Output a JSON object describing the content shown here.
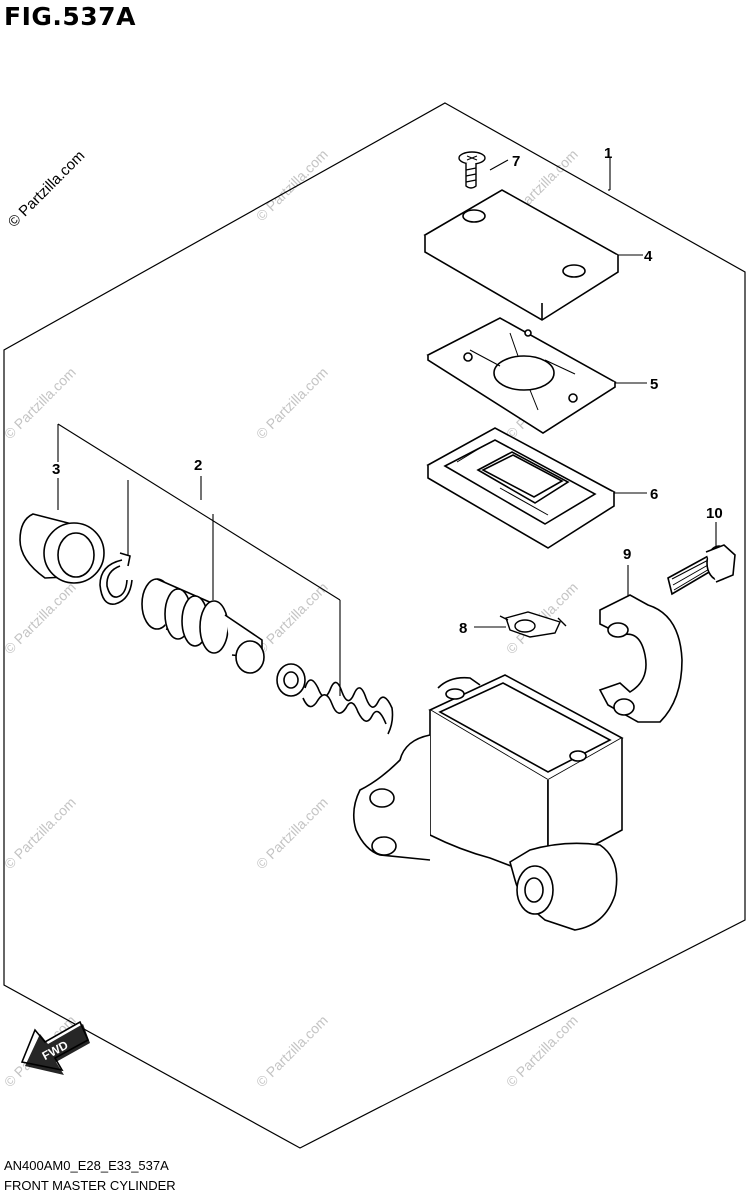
{
  "figure": {
    "title": "FIG.537A",
    "code": "AN400AM0_E28_E33_537A",
    "caption": "FRONT MASTER CYLINDER"
  },
  "watermark": {
    "text": "© Partzilla.com"
  },
  "fwd_label": "FWD",
  "parts": [
    {
      "number": "1",
      "icon": "assembly-frame"
    },
    {
      "number": "2",
      "icon": "piston-assembly"
    },
    {
      "number": "3",
      "icon": "dust-boot"
    },
    {
      "number": "4",
      "icon": "reservoir-cap"
    },
    {
      "number": "5",
      "icon": "diaphragm-plate"
    },
    {
      "number": "6",
      "icon": "diaphragm"
    },
    {
      "number": "7",
      "icon": "screw"
    },
    {
      "number": "8",
      "icon": "washer"
    },
    {
      "number": "9",
      "icon": "holder-clamp"
    },
    {
      "number": "10",
      "icon": "bolt"
    }
  ],
  "colors": {
    "line": "#000000",
    "watermark": "#c4c4c4",
    "background": "#ffffff"
  }
}
